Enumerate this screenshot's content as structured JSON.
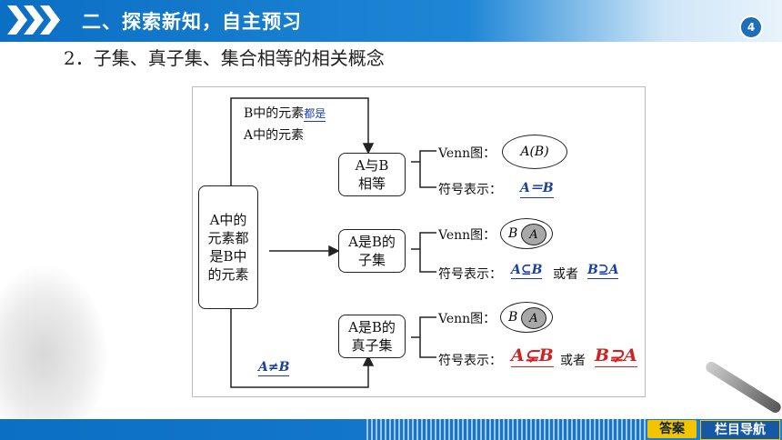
{
  "header": {
    "title": "二、探索新知，自主预习",
    "page_number": "4"
  },
  "section_title": "2．子集、真子集、集合相等的相关概念",
  "diagram": {
    "left_box": [
      "A中的",
      "元素都",
      "是B中",
      "的元素"
    ],
    "top_label_line1": "B中的元素",
    "top_label_blank": "都是",
    "top_label_line2": "A中的元素",
    "equal_box": [
      "A与B",
      "相等"
    ],
    "subset_box": [
      "A是B的",
      "子集"
    ],
    "proper_box": [
      "A是B的",
      "真子集"
    ],
    "bottom_label": "A≠B",
    "venn_label": "Venn图：",
    "symbol_label": "符号表示：",
    "or_label": "或者",
    "venn_equal": "A(B)",
    "venn_outer": "B",
    "venn_inner": "A",
    "equal_symbol": "A＝B",
    "subset_symbol_1": "A⊆B",
    "subset_symbol_2": "B⊇A",
    "proper_symbol_1": "A⊊B",
    "proper_symbol_2": "B⊋A"
  },
  "footer": {
    "answer_button": "答案",
    "nav_button": "栏目导航"
  }
}
